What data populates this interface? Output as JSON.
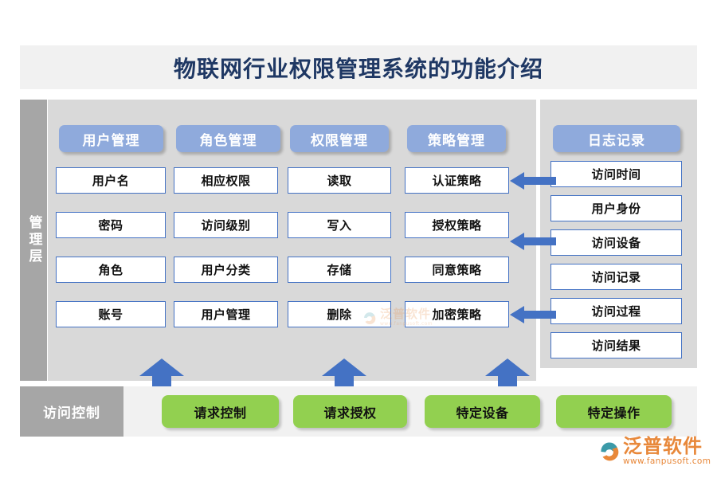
{
  "page": {
    "title": "物联网行业权限管理系统的功能介绍",
    "title_color": "#1f3864",
    "band_color": "#f1f1f1"
  },
  "colors": {
    "header_pill": "#8faadc",
    "cell_border": "#4472c4",
    "arrow": "#4472c4",
    "green_button": "#92d050",
    "panel_gray": "#d9d9d9",
    "sidebar_gray": "#a6a6a6",
    "brand_orange": "#e8883a",
    "brand_teal": "#3b9aa8"
  },
  "management_layer": {
    "sidebar_label": "管理层",
    "columns": [
      {
        "header": "用户管理",
        "items": [
          "用户名",
          "密码",
          "角色",
          "账号"
        ]
      },
      {
        "header": "角色管理",
        "items": [
          "相应权限",
          "访问级别",
          "用户分类",
          "用户管理"
        ]
      },
      {
        "header": "权限管理",
        "items": [
          "读取",
          "写入",
          "存储",
          "删除"
        ]
      },
      {
        "header": "策略管理",
        "items": [
          "认证策略",
          "授权策略",
          "同意策略",
          "加密策略"
        ]
      }
    ]
  },
  "log_panel": {
    "header": "日志记录",
    "items": [
      "访问时间",
      "用户身份",
      "访问设备",
      "访问记录",
      "访问过程",
      "访问结果"
    ]
  },
  "flow_arrows": {
    "left_arrows": [
      {
        "name": "log-to-auth-policy"
      },
      {
        "name": "log-to-grant-policy"
      },
      {
        "name": "log-to-encrypt-policy"
      }
    ],
    "up_arrows": [
      {
        "name": "request-control-to-management"
      },
      {
        "name": "request-authorization-to-management"
      },
      {
        "name": "specific-device-to-management"
      }
    ]
  },
  "access_control": {
    "sidebar_label": "访问控制",
    "buttons": [
      "请求控制",
      "请求授权",
      "特定设备",
      "特定操作"
    ]
  },
  "branding": {
    "name": "泛普软件",
    "url": "www.fanpusoft.com"
  }
}
